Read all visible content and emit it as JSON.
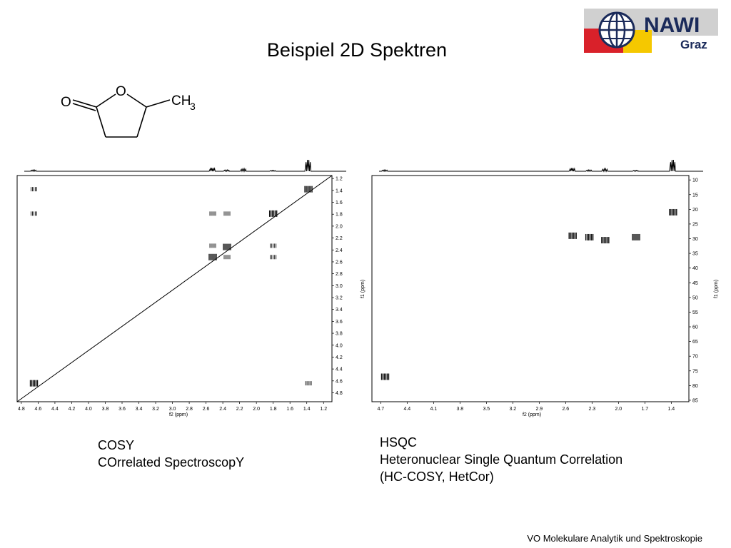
{
  "slide": {
    "title": "Beispiel 2D Spektren",
    "footer": "VO Molekulare Analytik und Spektroskopie"
  },
  "logo": {
    "line1": "NAWI",
    "line2": "Graz",
    "colors": {
      "red": "#d9212a",
      "yellow": "#f5c800",
      "navy": "#1a2a5a",
      "grey": "#c8c8c8"
    }
  },
  "molecule": {
    "oxygen_carbonyl": "O",
    "oxygen_ring": "O",
    "methyl": "CH",
    "methyl_sub": "3"
  },
  "cosy": {
    "caption_line1": "COSY",
    "caption_line2": "COrrelated SpectroscopY",
    "f2_label": "f2 (ppm)",
    "x_ticks": [
      "4.8",
      "4.6",
      "4.4",
      "4.2",
      "4.0",
      "3.8",
      "3.6",
      "3.4",
      "3.2",
      "3.0",
      "2.8",
      "2.6",
      "2.4",
      "2.2",
      "2.0",
      "1.8",
      "1.6",
      "1.4",
      "1.2"
    ],
    "y_ticks": [
      "1.2",
      "1.4",
      "1.6",
      "1.8",
      "2.0",
      "2.2",
      "2.4",
      "2.6",
      "2.8",
      "3.0",
      "3.2",
      "3.4",
      "3.6",
      "3.8",
      "4.0",
      "4.2",
      "4.4",
      "4.6",
      "4.8"
    ]
  },
  "hsqc": {
    "caption_line1": "HSQC",
    "caption_line2": "Heteronuclear Single Quantum Correlation",
    "caption_line3": "(HC-COSY, HetCor)",
    "f2_label": "f2 (ppm)",
    "f1_label": "f1 (ppm)",
    "x_ticks": [
      "4.7",
      "4.4",
      "4.1",
      "3.8",
      "3.5",
      "3.2",
      "2.9",
      "2.6",
      "2.3",
      "2.0",
      "1.7",
      "1.4"
    ],
    "y_ticks": [
      "10",
      "15",
      "20",
      "25",
      "30",
      "35",
      "40",
      "45",
      "50",
      "55",
      "60",
      "65",
      "70",
      "75",
      "80",
      "85"
    ]
  },
  "chart_data": [
    {
      "type": "scatter",
      "name_hint": "COSY",
      "xlabel": "f2 (ppm)",
      "ylabel": "",
      "xlim": [
        4.85,
        1.1
      ],
      "ylim": [
        1.15,
        4.95
      ],
      "x_reversed": true,
      "diagonal": true,
      "points": [
        {
          "x": 4.65,
          "y": 1.38
        },
        {
          "x": 4.65,
          "y": 1.79
        },
        {
          "x": 4.65,
          "y": 4.64
        },
        {
          "x": 2.52,
          "y": 1.79
        },
        {
          "x": 2.52,
          "y": 2.33
        },
        {
          "x": 2.52,
          "y": 2.52
        },
        {
          "x": 2.35,
          "y": 1.79
        },
        {
          "x": 2.35,
          "y": 2.35
        },
        {
          "x": 2.35,
          "y": 2.52
        },
        {
          "x": 1.8,
          "y": 1.79
        },
        {
          "x": 1.8,
          "y": 2.33
        },
        {
          "x": 1.8,
          "y": 2.52
        },
        {
          "x": 1.38,
          "y": 1.38
        },
        {
          "x": 1.38,
          "y": 4.64
        }
      ],
      "spectrum_1d": [
        {
          "x": 4.65,
          "h": 0.12
        },
        {
          "x": 2.52,
          "h": 0.3
        },
        {
          "x": 2.35,
          "h": 0.12
        },
        {
          "x": 2.15,
          "h": 0.22
        },
        {
          "x": 1.8,
          "h": 0.08
        },
        {
          "x": 1.38,
          "h": 1.0
        }
      ]
    },
    {
      "type": "scatter",
      "name_hint": "HSQC",
      "xlabel": "f2 (ppm)",
      "ylabel": "f1 (ppm)",
      "xlim": [
        4.8,
        1.2
      ],
      "ylim": [
        8.5,
        85.5
      ],
      "x_reversed": true,
      "points": [
        {
          "x": 4.65,
          "y": 77
        },
        {
          "x": 2.52,
          "y": 29
        },
        {
          "x": 2.33,
          "y": 29.5
        },
        {
          "x": 2.15,
          "y": 30.5
        },
        {
          "x": 1.8,
          "y": 29.5
        },
        {
          "x": 1.38,
          "y": 21
        }
      ],
      "spectrum_1d": [
        {
          "x": 4.65,
          "h": 0.12
        },
        {
          "x": 2.52,
          "h": 0.28
        },
        {
          "x": 2.33,
          "h": 0.12
        },
        {
          "x": 2.15,
          "h": 0.22
        },
        {
          "x": 1.8,
          "h": 0.08
        },
        {
          "x": 1.38,
          "h": 1.0
        }
      ]
    }
  ]
}
